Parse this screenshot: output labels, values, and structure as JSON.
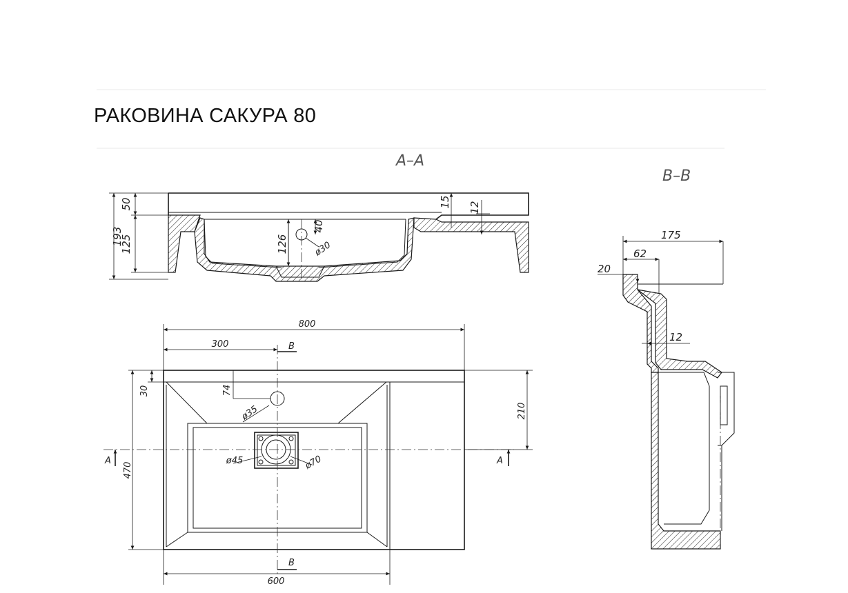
{
  "title": "РАКОВИНА САКУРА 80",
  "sections": {
    "aa": "A–A",
    "bb": "B–B"
  },
  "section_a_dims": {
    "total_height": "193",
    "top_thickness": "50",
    "bowl_height": "125",
    "rim_step": "15",
    "shelf_thickness": "12",
    "overflow_height": "40",
    "bowl_depth": "126",
    "overflow_dia": "ø30"
  },
  "plan_dims": {
    "width": "800",
    "tap_offset": "300",
    "depth": "470",
    "bowl_width": "600",
    "back_margin": "30",
    "overflow_offset": "74",
    "side_depth": "210",
    "tap_hole": "ø35",
    "drain_inner": "ø45",
    "drain_outer": "ø70"
  },
  "section_b_dims": {
    "depth": "175",
    "rim": "62",
    "lip": "20",
    "wall": "12"
  },
  "markers": {
    "a": "A",
    "b": "B"
  }
}
